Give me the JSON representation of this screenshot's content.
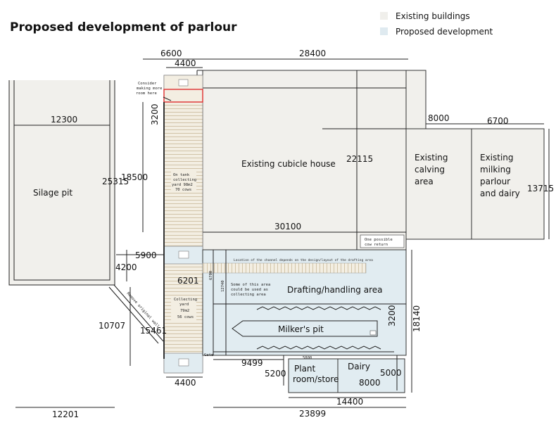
{
  "title": "Proposed development of parlour",
  "legend": {
    "existing": {
      "label": "Existing buildings",
      "color": "#f0efeb"
    },
    "proposed": {
      "label": "Proposed development",
      "color": "#dfeaf0"
    }
  },
  "areas": {
    "silage_pit": "Silage pit",
    "cubicle_house": "Existing cubicle house",
    "calving": [
      "Existing",
      "calving",
      "area"
    ],
    "parlour": [
      "Existing",
      "milking",
      "parlour",
      "and dairy"
    ],
    "drafting": "Drafting/handling area",
    "milkers_pit": "Milker's pit",
    "plant_room": [
      "Plant",
      "room/store"
    ],
    "dairy": "Dairy"
  },
  "notes": {
    "consider": [
      "Consider",
      "making more",
      "room here"
    ],
    "tank_yard": [
      "On tank",
      "collecting",
      "yard 98m2",
      "70 cows"
    ],
    "collecting_yard": [
      "Collecting",
      "yard",
      "79m2",
      "56 cows"
    ],
    "cow_return": [
      "One possible",
      "cow return"
    ],
    "channel": "Location of the channel depends on the design/layout of the drafting area",
    "some_area": [
      "Some of this area",
      "could be used as",
      "collecting area"
    ],
    "remove_wall": "Remove original wall",
    "gate": "Gate"
  },
  "dimensions": {
    "d6600": "6600",
    "d28400": "28400",
    "d4400_top": "4400",
    "d12300": "12300",
    "d3200_left": "3200",
    "d18500": "18500",
    "d25315": "25315",
    "d22115": "22115",
    "d8000_top": "8000",
    "d6700": "6700",
    "d13715": "13715",
    "d30100": "30100",
    "d5900": "5900",
    "d4200": "4200",
    "d6201": "6201",
    "d6700_small": "6700",
    "d12740": "12740",
    "d10707": "10707",
    "d15461": "15461",
    "d3200_pit": "3200",
    "d18140": "18140",
    "d9499": "9499",
    "d5800": "5800",
    "d5200": "5200",
    "d5000": "5000",
    "d8000_dairy": "8000",
    "d4400_bottom": "4400",
    "d14400": "14400",
    "d12201": "12201",
    "d23899": "23899"
  }
}
